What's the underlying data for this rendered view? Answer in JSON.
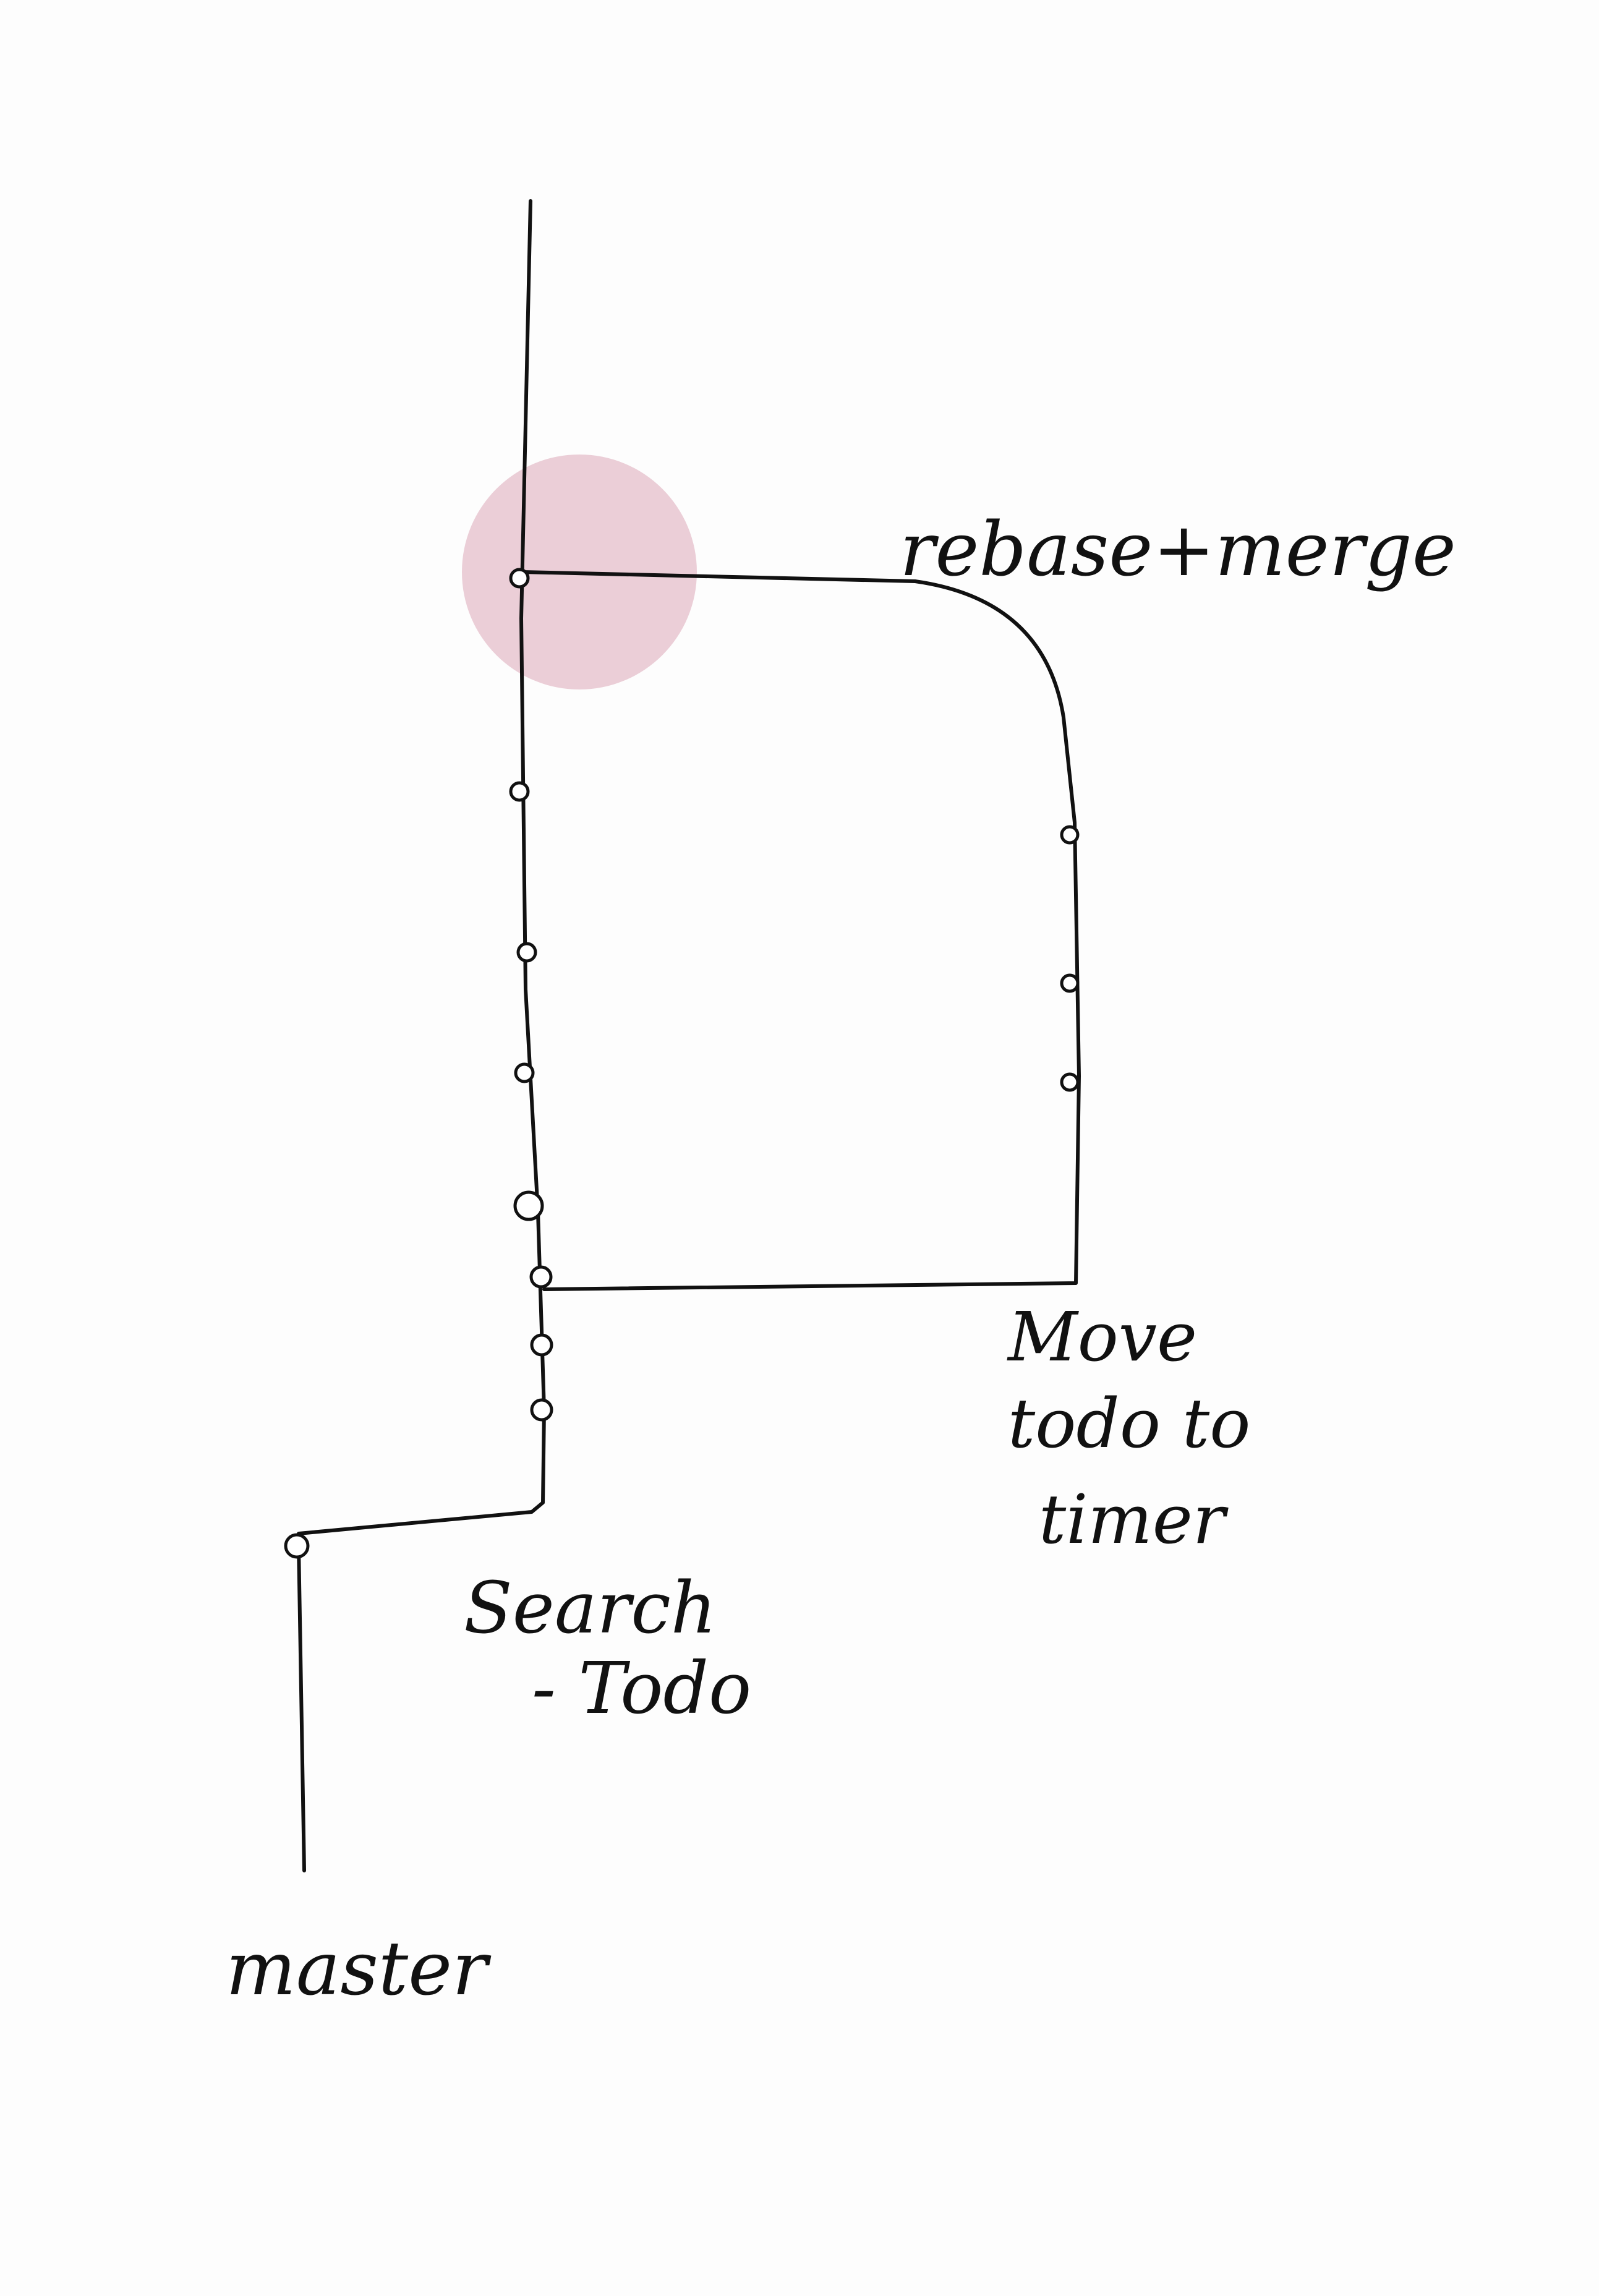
{
  "labels": {
    "rebase_merge": "rebase+merge",
    "move_todo_line1": "Move",
    "move_todo_line2": "todo to",
    "move_todo_line3": "timer",
    "search_line1": "Search",
    "search_line2": "- Todo",
    "master": "master"
  },
  "highlight": {
    "color": "#e7c6d0"
  },
  "ink_color": "#111111"
}
